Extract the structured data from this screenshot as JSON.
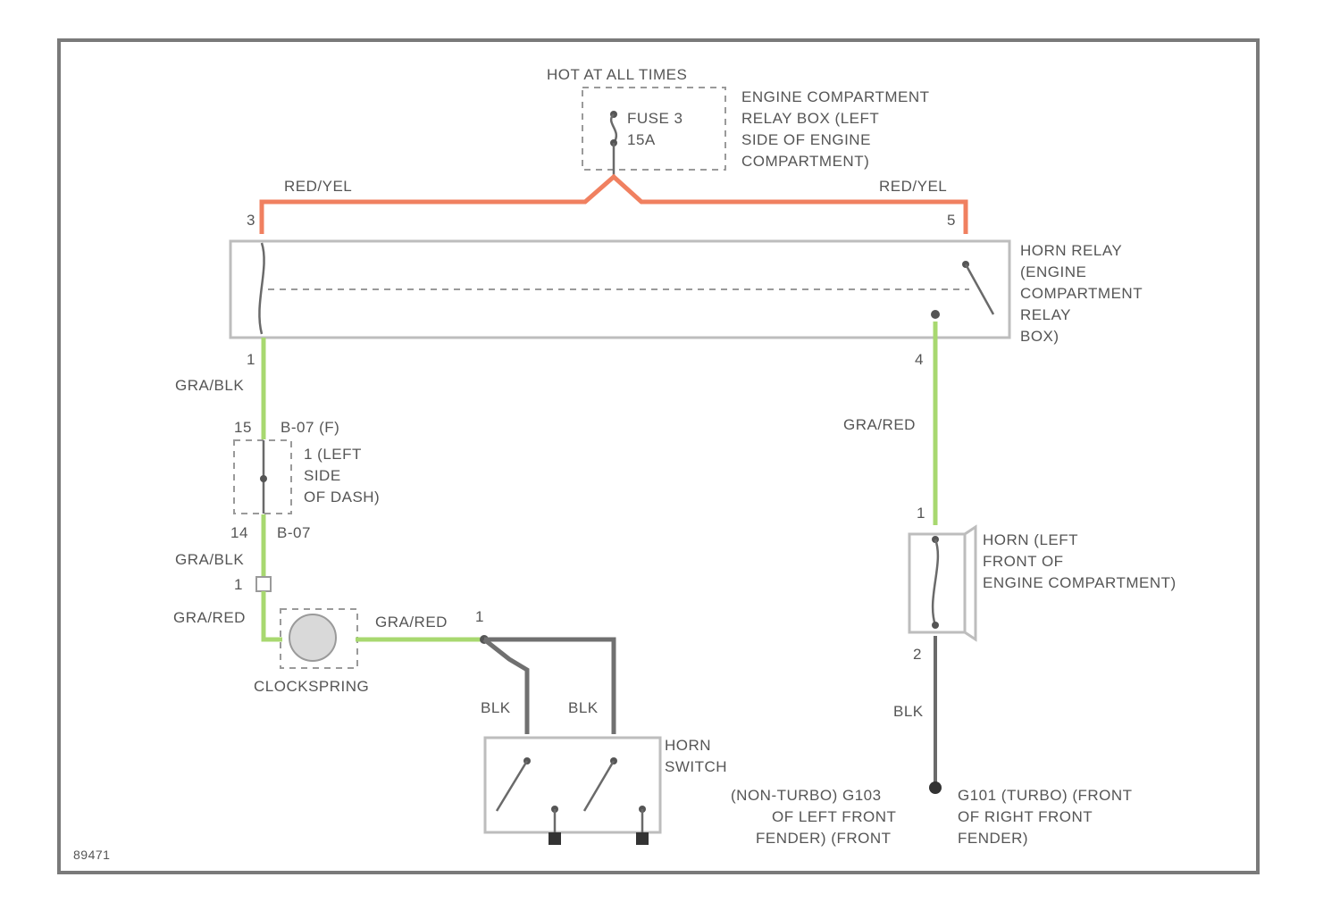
{
  "fuse_block": {
    "hot_label": "HOT AT ALL TIMES",
    "fuse_line1": "FUSE 3",
    "fuse_line2": "15A",
    "location_lines": [
      "ENGINE COMPARTMENT",
      "RELAY BOX (LEFT",
      "SIDE OF ENGINE",
      "COMPARTMENT)"
    ]
  },
  "wires": {
    "red_yel_left": "RED/YEL",
    "red_yel_right": "RED/YEL",
    "gra_blk_top": "GRA/BLK",
    "gra_blk_lower": "GRA/BLK",
    "gra_red_clock": "GRA/RED",
    "gra_red_switch": "GRA/RED",
    "gra_red_horn": "GRA/RED",
    "blk_ground": "BLK",
    "blk_sw_left": "BLK",
    "blk_sw_right": "BLK"
  },
  "horn_relay": {
    "lines": [
      "HORN RELAY",
      "(ENGINE",
      "COMPARTMENT",
      "RELAY",
      "BOX)"
    ],
    "pin_left_top": "3",
    "pin_right_top": "5",
    "pin_left_bottom": "1",
    "pin_right_bottom": "4"
  },
  "connector": {
    "pin_top": "15",
    "pin_top_name": "B-07 (F)",
    "lines": [
      "1 (LEFT",
      "SIDE",
      "OF DASH)"
    ],
    "pin_bottom": "14",
    "pin_bottom_name": "B-07",
    "clock_pin": "1"
  },
  "clockspring": {
    "label": "CLOCKSPRING",
    "out_pin": "1"
  },
  "horn_switch": {
    "lines": [
      "HORN",
      "SWITCH"
    ]
  },
  "horn": {
    "lines": [
      "HORN (LEFT",
      "FRONT OF",
      "ENGINE COMPARTMENT)"
    ],
    "pin_top": "1",
    "pin_bottom": "2"
  },
  "grounds": {
    "left_lines": [
      "(NON-TURBO)    G103",
      "OF LEFT FRONT",
      "FENDER) (FRONT"
    ],
    "right_lines": [
      "G101    (TURBO) (FRONT",
      "OF RIGHT FRONT",
      "FENDER)"
    ]
  },
  "figure_id": "89471"
}
